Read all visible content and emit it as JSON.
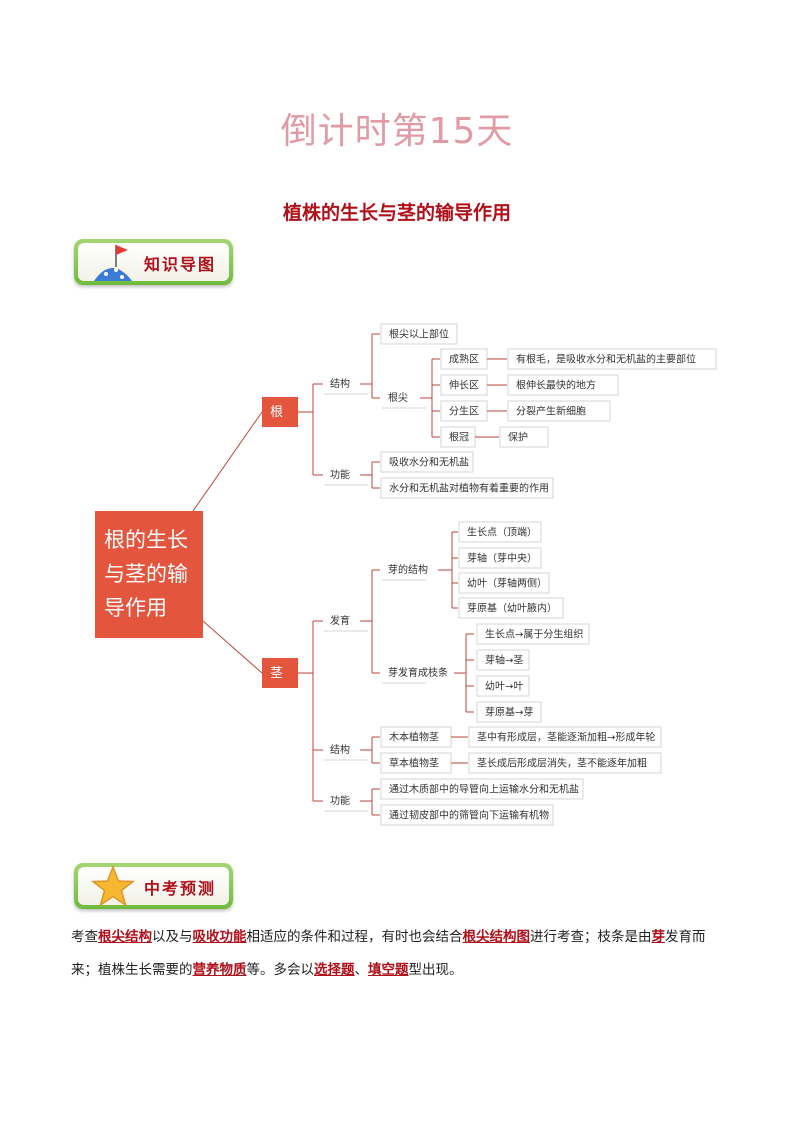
{
  "page_title": "倒计时第15天",
  "subtitle": "植株的生长与茎的输导作用",
  "banners": {
    "knowledge_map": "知识导图",
    "exam_prediction": "中考预测"
  },
  "mindmap": {
    "root": [
      "根的生长",
      "与茎的输",
      "导作用"
    ],
    "gen": {
      "label": "根",
      "structure_label": "结构",
      "above_tip": "根尖以上部位",
      "tip_label": "根尖",
      "zones": [
        {
          "name": "成熟区",
          "desc": "有根毛，是吸收水分和无机盐的主要部位"
        },
        {
          "name": "伸长区",
          "desc": "根伸长最快的地方"
        },
        {
          "name": "分生区",
          "desc": "分裂产生新细胞"
        },
        {
          "name": "根冠",
          "desc": "保护"
        }
      ],
      "function_label": "功能",
      "functions": [
        "吸收水分和无机盐",
        "水分和无机盐对植物有着重要的作用"
      ]
    },
    "jing": {
      "label": "茎",
      "develop_label": "发育",
      "bud_structure_label": "芽的结构",
      "bud_structure": [
        "生长点（顶端）",
        "芽轴（芽中央）",
        "幼叶（芽轴两侧）",
        "芽原基（幼叶腋内）"
      ],
      "bud_to_branch_label": "芽发育成枝条",
      "bud_to_branch": [
        "生长点→属于分生组织",
        "芽轴→茎",
        "幼叶→叶",
        "芽原基→芽"
      ],
      "structure_label": "结构",
      "structure": [
        {
          "name": "木本植物茎",
          "desc": "茎中有形成层，茎能逐渐加粗→形成年轮"
        },
        {
          "name": "草本植物茎",
          "desc": "茎长成后形成层消失，茎不能逐年加粗"
        }
      ],
      "function_label": "功能",
      "functions": [
        "通过木质部中的导管向上运输水分和无机盐",
        "通过韧皮部中的筛管向下运输有机物"
      ]
    }
  },
  "paragraph": {
    "p1": "考查",
    "h1": "根尖结构",
    "p2": "以及与",
    "h2": "吸收功能",
    "p3": "相适应的条件和过程，有时也会结合",
    "h3": "根尖结构图",
    "p4": "进行考查；枝条是由",
    "h4": "芽",
    "p5": "发育而来；植株生长需要的",
    "h5": "营养物质",
    "p6": "等。多会以",
    "h6": "选择题",
    "p7": "、",
    "h7": "填空题",
    "p8": "型出现。"
  },
  "colors": {
    "title": "#e19aa6",
    "accent_red": "#b0101a",
    "node_red": "#e4553e",
    "banner_green": "#7dc24a"
  }
}
